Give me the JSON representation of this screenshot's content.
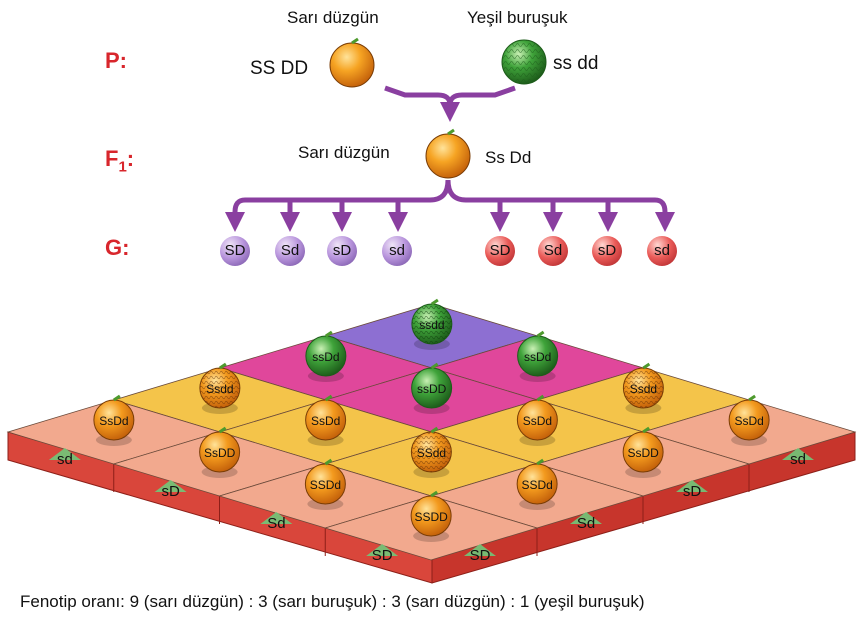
{
  "parents": {
    "label": "P:",
    "left": {
      "phenotype": "Sarı düzgün",
      "genotype": "SS DD"
    },
    "right": {
      "phenotype": "Yeşil buruşuk",
      "genotype": "ss dd"
    }
  },
  "f1": {
    "label_main": "F",
    "label_sub": "1",
    "label_colon": ":",
    "phenotype": "Sarı düzgün",
    "genotype": "Ss Dd"
  },
  "gametes": {
    "label": "G:",
    "purple": [
      "SD",
      "Sd",
      "sD",
      "sd"
    ],
    "red": [
      "SD",
      "Sd",
      "sD",
      "sd"
    ]
  },
  "grid": {
    "row_labels": [
      "sd",
      "sD",
      "Sd",
      "SD"
    ],
    "col_labels": [
      "SD",
      "Sd",
      "sD",
      "sd"
    ],
    "peas": [
      {
        "genotype": "ssdd",
        "color": "green",
        "surface": "wrinkled"
      },
      {
        "genotype": "ssDd",
        "color": "green",
        "surface": "smooth"
      },
      {
        "genotype": "ssDd",
        "color": "green",
        "surface": "smooth"
      },
      {
        "genotype": "ssDD",
        "color": "green",
        "surface": "smooth"
      },
      {
        "genotype": "Ssdd",
        "color": "yellow",
        "surface": "wrinkled"
      },
      {
        "genotype": "Ssdd",
        "color": "yellow",
        "surface": "wrinkled"
      },
      {
        "genotype": "SsDd",
        "color": "yellow",
        "surface": "smooth"
      },
      {
        "genotype": "SsDd",
        "color": "yellow",
        "surface": "smooth"
      },
      {
        "genotype": "SsDd",
        "color": "yellow",
        "surface": "smooth"
      },
      {
        "genotype": "SsDd",
        "color": "yellow",
        "surface": "smooth"
      },
      {
        "genotype": "SsDD",
        "color": "yellow",
        "surface": "smooth"
      },
      {
        "genotype": "SsDD",
        "color": "yellow",
        "surface": "smooth"
      },
      {
        "genotype": "SSdd",
        "color": "yellow",
        "surface": "wrinkled"
      },
      {
        "genotype": "SSDd",
        "color": "yellow",
        "surface": "smooth"
      },
      {
        "genotype": "SSDd",
        "color": "yellow",
        "surface": "smooth"
      },
      {
        "genotype": "SSDD",
        "color": "yellow",
        "surface": "smooth"
      }
    ]
  },
  "footer": "Fenotip oranı: 9 (sarı düzgün) : 3 (sarı buruşuk) : 3 (sarı düzgün) : 1 (yeşil buruşuk)",
  "colors": {
    "generation_label": "#d8262c",
    "arrow": "#8a3fa0",
    "purple_gamete": "#b996dd",
    "red_gamete": "#ea5b58",
    "yellow_pea": "#f39a1e",
    "green_pea": "#3fa33a"
  }
}
